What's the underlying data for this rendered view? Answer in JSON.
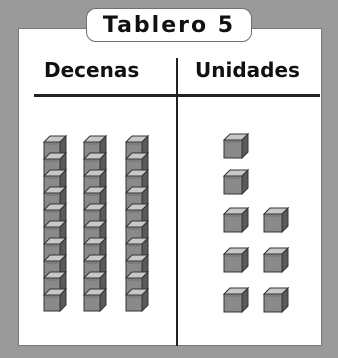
{
  "title": "Tablero 5",
  "columns": {
    "tens_label": "Decenas",
    "units_label": "Unidades"
  },
  "blocks": {
    "tens_rods": 3,
    "ones_cubes": 8
  },
  "colors": {
    "frame": "#9a9a9a",
    "board": "#ffffff",
    "block_face": "#8a8a8a",
    "block_top": "#c8c8c8",
    "block_side": "#5a5a5a",
    "lines": "#222222"
  }
}
